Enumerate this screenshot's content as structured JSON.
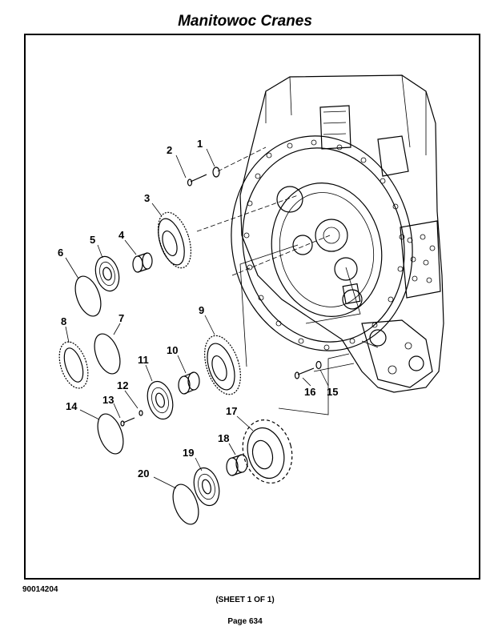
{
  "header": {
    "title": "Manitowoc Cranes"
  },
  "diagram": {
    "callouts": [
      "1",
      "2",
      "3",
      "4",
      "5",
      "6",
      "7",
      "8",
      "9",
      "10",
      "11",
      "12",
      "13",
      "14",
      "15",
      "16",
      "17",
      "18",
      "19",
      "20"
    ]
  },
  "footer": {
    "doc_number": "90014204",
    "sheet": "(SHEET 1 OF 1)",
    "page": "Page 634"
  }
}
